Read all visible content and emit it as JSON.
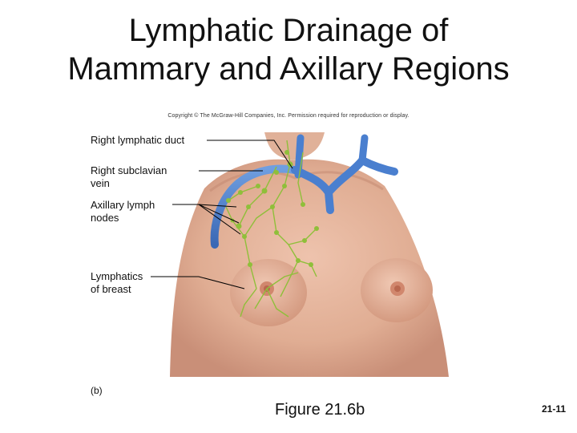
{
  "title": {
    "line1": "Lymphatic Drainage of",
    "line2": "Mammary and Axillary Regions"
  },
  "copyright": "Copyright © The McGraw-Hill Companies, Inc. Permission required for reproduction or display.",
  "labels": {
    "right_lymphatic_duct": "Right lymphatic duct",
    "right_subclavian_vein_1": "Right subclavian",
    "right_subclavian_vein_2": "vein",
    "axillary_lymph_nodes_1": "Axillary lymph",
    "axillary_lymph_nodes_2": "nodes",
    "lymphatics_of_breast_1": "Lymphatics",
    "lymphatics_of_breast_2": "of breast"
  },
  "panel_letter": "(b)",
  "figure_caption": "Figure 21.6b",
  "page_number": "21-11",
  "colors": {
    "skin": "#e3b49c",
    "skin_shadow": "#c98f78",
    "vein": "#4a7fcf",
    "lymph": "#8fbf3a",
    "leader": "#000000"
  }
}
